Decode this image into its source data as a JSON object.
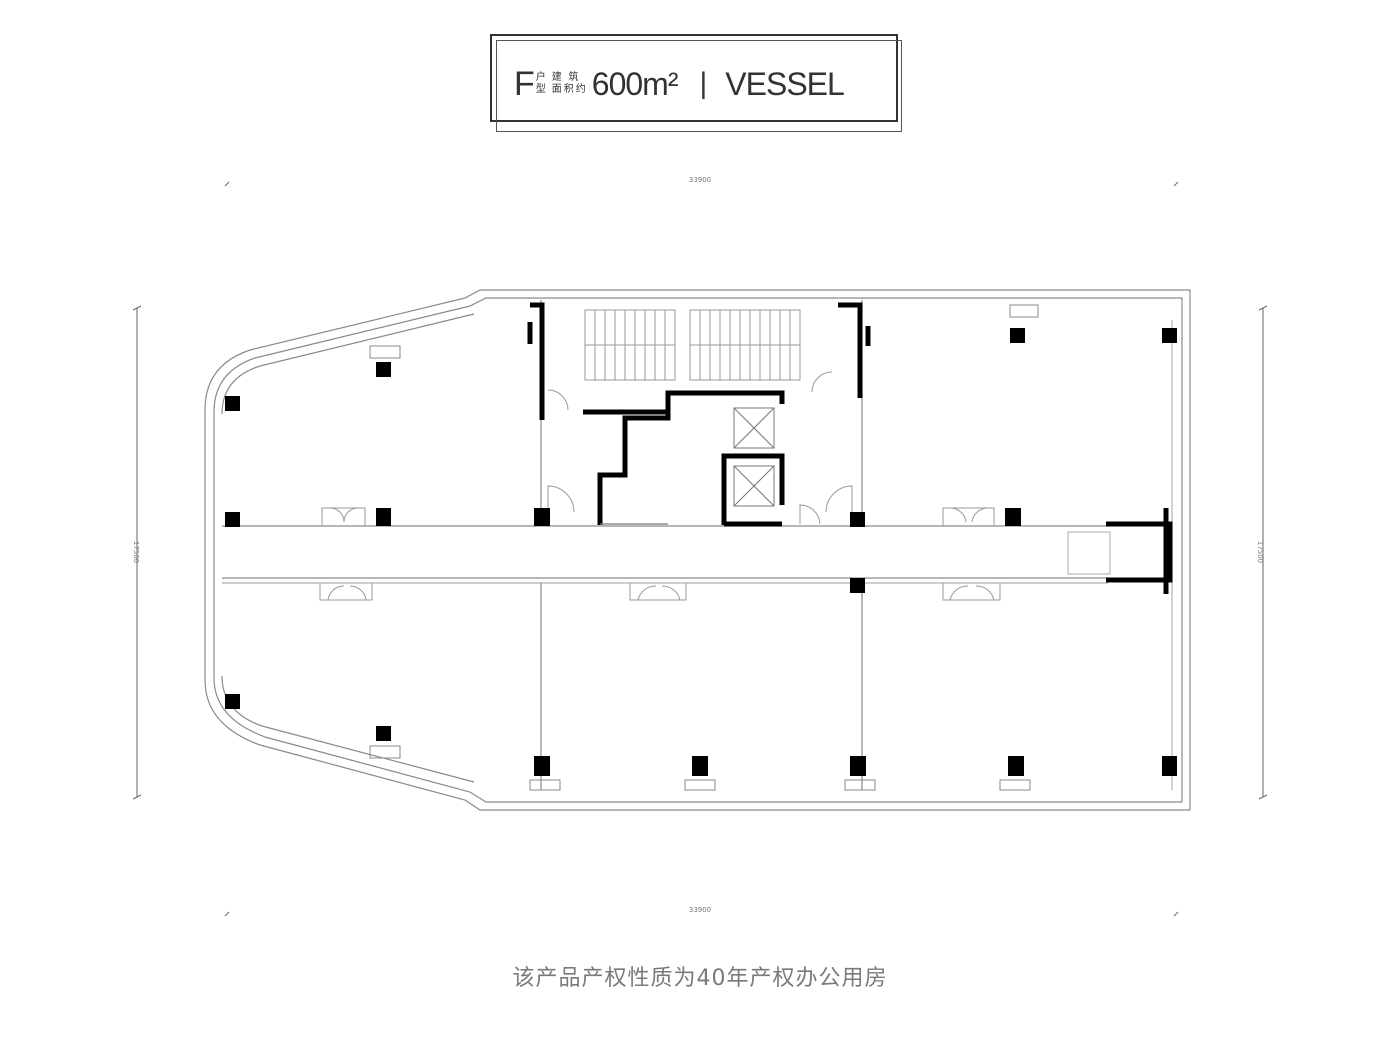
{
  "header": {
    "unit_letter": "F",
    "unit_suffix_top": "户",
    "unit_suffix_bottom": "型",
    "area_label_top": "建 筑",
    "area_label_bottom": "面积约",
    "area_value": "600m²",
    "divider": "|",
    "product_name": "VESSEL"
  },
  "dimensions": {
    "top_overall": "33900",
    "bottom_overall": "33900",
    "left_overall": "17500",
    "right_overall": "17500"
  },
  "footer": {
    "note": "该产品产权性质为40年产权办公用房"
  }
}
